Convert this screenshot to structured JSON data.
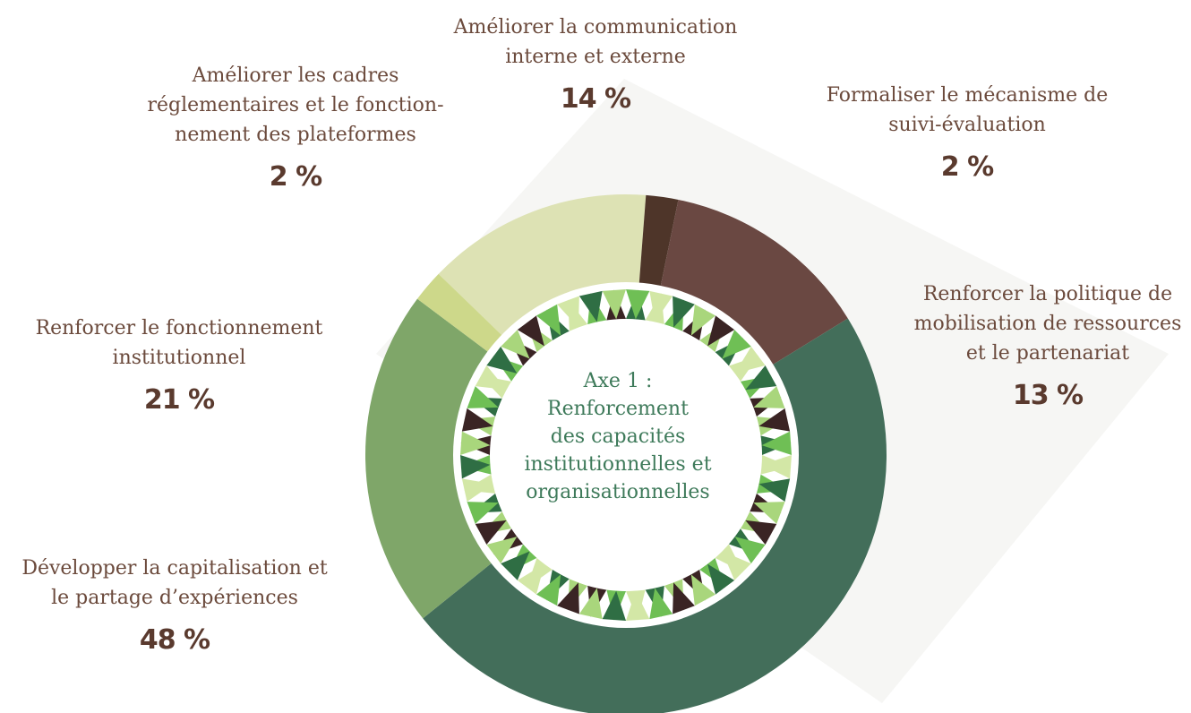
{
  "chart_data": {
    "type": "pie",
    "center_label": [
      "Axe 1 :",
      "Renforcement",
      "des capacités",
      "institutionnelles et",
      "organisationnelles"
    ],
    "slices": [
      {
        "label": "Améliorer la communication interne et externe",
        "value": 14,
        "value_label": "14 %",
        "color": "#dde2b4"
      },
      {
        "label": "Formaliser le mécanisme de suivi-évaluation",
        "value": 2,
        "value_label": "2 %",
        "color": "#4e3529"
      },
      {
        "label": "Renforcer la politique de mobilisation de ressources et le partenariat",
        "value": 13,
        "value_label": "13 %",
        "color": "#6a4842"
      },
      {
        "label": "Développer la capitalisation et le partage d’expériences",
        "value": 48,
        "value_label": "48 %",
        "color": "#436e5a"
      },
      {
        "label": "Renforcer le fonctionnement institutionnel",
        "value": 21,
        "value_label": "21 %",
        "color": "#7fa669"
      },
      {
        "label": "Améliorer les cadres réglementaires et le fonctionnement des plateformes",
        "value": 2,
        "value_label": "2 %",
        "color": "#cdd88a"
      }
    ],
    "ring_pattern_colors": [
      "#2f6e44",
      "#6fbf55",
      "#a9d67c",
      "#d3e7a6",
      "#3a2424"
    ]
  },
  "labels": {
    "communication": {
      "line1": "Améliorer la communication",
      "line2": "interne et externe",
      "pct": "14 %"
    },
    "suivi": {
      "line1": "Formaliser le mécanisme de",
      "line2": "suivi-évaluation",
      "pct": "2 %"
    },
    "mobilisation": {
      "line1": "Renforcer la politique de",
      "line2": "mobilisation de ressources",
      "line3": "et le partenariat",
      "pct": "13 %"
    },
    "capitalisation": {
      "line1": "Développer la capitalisation et",
      "line2": "le partage d’expériences",
      "pct": "48 %"
    },
    "fonctionnement": {
      "line1": "Renforcer le fonctionnement",
      "line2": "institutionnel",
      "pct": "21 %"
    },
    "cadres": {
      "line1": "Améliorer les cadres",
      "line2": "réglementaires et le fonction-",
      "line3": "nement des plateformes",
      "pct": "2 %"
    }
  }
}
